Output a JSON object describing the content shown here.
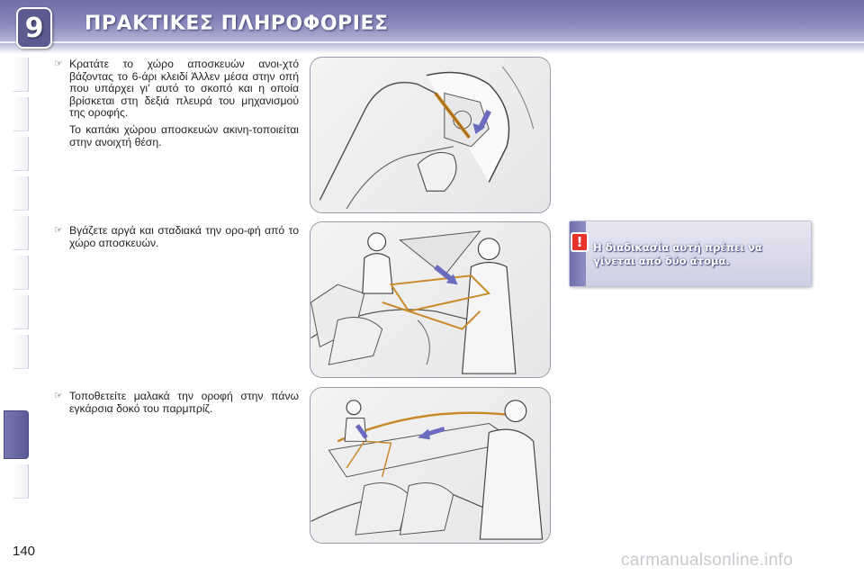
{
  "header": {
    "chapter_number": "9",
    "title": "ΠΡΑΚΤΙΚΕΣ ΠΛΗΡΟΦΟΡΙΕΣ"
  },
  "steps": [
    {
      "bullet": "☞",
      "text": "Κρατάτε το χώρο αποσκευών ανοι-χτό βάζοντας το 6-άρι κλειδί Άλλεν μέσα στην οπή που υπάρχει γι' αυτό το σκοπό και η οποία βρίσκεται στη δεξιά πλευρά του μηχανισμού της οροφής.",
      "note": "Το καπάκι χώρου αποσκευών ακινη-τοποιείται στην ανοιχτή θέση."
    },
    {
      "bullet": "☞",
      "text": "Βγάζετε αργά και σταδιακά την ορο-φή από το χώρο αποσκευών."
    },
    {
      "bullet": "☞",
      "text": "Τοποθετείτε μαλακά την οροφή στην πάνω εγκάρσια δοκό του παρμπρίζ."
    }
  ],
  "warning": {
    "icon": "exclamation-icon",
    "symbol": "!",
    "text": "Η διαδικασία αυτή πρέπει να γίνεται από δύο άτομα."
  },
  "page_number": "140",
  "watermark": "carmanualsonline.info",
  "colors": {
    "header_purple": "#7a7ab2",
    "warning_red": "#e8332a",
    "highlight_orange": "#d08a2a"
  }
}
